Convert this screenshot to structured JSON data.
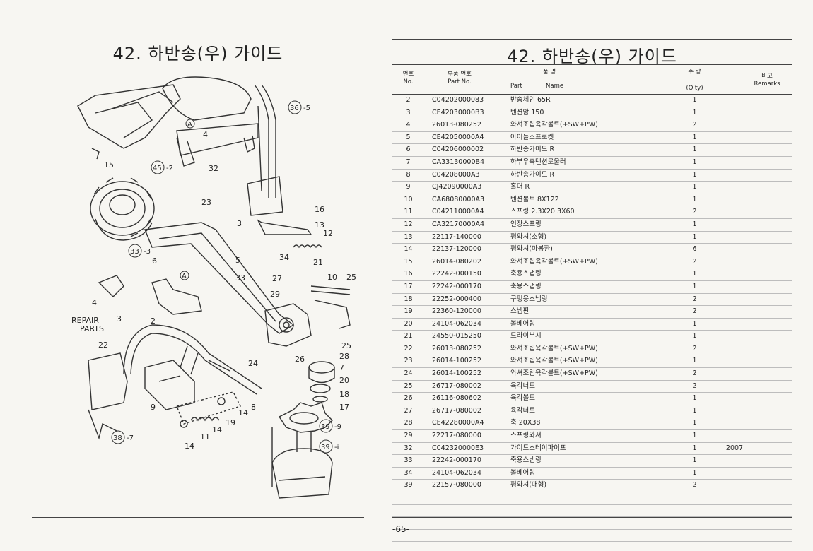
{
  "left": {
    "title": "42. 하반송(우) 가이드",
    "repair_label_1": "REPAIR",
    "repair_label_2": "PARTS",
    "callouts": [
      "2",
      "3",
      "4",
      "5",
      "6",
      "7",
      "10",
      "11",
      "12",
      "13",
      "14",
      "15",
      "16",
      "17",
      "18",
      "19",
      "20",
      "21",
      "22",
      "23",
      "24",
      "25",
      "26",
      "27",
      "28",
      "29",
      "32",
      "33",
      "34",
      "36",
      "38",
      "39",
      "45",
      "A"
    ]
  },
  "right": {
    "title": "42. 하반송(우) 가이드",
    "headers": {
      "no_ko": "번호",
      "no_en": "No.",
      "part_ko": "부품 번호",
      "part_en": "Part No.",
      "name_ko": "품 명",
      "name_en_1": "Part",
      "name_en_2": "Name",
      "qty_ko": "수 량",
      "qty_en": "(Q'ty)",
      "rem_ko": "비고",
      "rem_en": "Remarks"
    },
    "rows": [
      {
        "no": "2",
        "part": "C04202000083",
        "name": "반송체인 65R",
        "qty": "1",
        "remark": ""
      },
      {
        "no": "3",
        "part": "CE42030000B3",
        "name": "텐션암 150",
        "qty": "1",
        "remark": ""
      },
      {
        "no": "4",
        "part": "26013-080252",
        "name": "와셔조립육각볼트(+SW+PW)",
        "qty": "2",
        "remark": ""
      },
      {
        "no": "5",
        "part": "CE42050000A4",
        "name": "아이들스프로켓",
        "qty": "1",
        "remark": ""
      },
      {
        "no": "6",
        "part": "C04206000002",
        "name": "하반송가이드 R",
        "qty": "1",
        "remark": ""
      },
      {
        "no": "7",
        "part": "CA33130000B4",
        "name": "하부우측텐션로울러",
        "qty": "1",
        "remark": ""
      },
      {
        "no": "8",
        "part": "C04208000A3",
        "name": "하반송가이드 R",
        "qty": "1",
        "remark": ""
      },
      {
        "no": "9",
        "part": "CJ42090000A3",
        "name": "홀더 R",
        "qty": "1",
        "remark": ""
      },
      {
        "no": "10",
        "part": "CA68080000A3",
        "name": "텐션볼트 8X122",
        "qty": "1",
        "remark": ""
      },
      {
        "no": "11",
        "part": "C042110000A4",
        "name": "스프링 2.3X20.3X60",
        "qty": "2",
        "remark": ""
      },
      {
        "no": "12",
        "part": "CA32170000A4",
        "name": "인장스프링",
        "qty": "1",
        "remark": ""
      },
      {
        "no": "13",
        "part": "22117-140000",
        "name": "평와셔(소형)",
        "qty": "1",
        "remark": ""
      },
      {
        "no": "14",
        "part": "22137-120000",
        "name": "평와셔(마봉환)",
        "qty": "6",
        "remark": ""
      },
      {
        "no": "15",
        "part": "26014-080202",
        "name": "와셔조립육각볼트(+SW+PW)",
        "qty": "2",
        "remark": ""
      },
      {
        "no": "16",
        "part": "22242-000150",
        "name": "축용스냅링",
        "qty": "1",
        "remark": ""
      },
      {
        "no": "17",
        "part": "22242-000170",
        "name": "축용스냅링",
        "qty": "1",
        "remark": ""
      },
      {
        "no": "18",
        "part": "22252-000400",
        "name": "구멍용스냅링",
        "qty": "2",
        "remark": ""
      },
      {
        "no": "19",
        "part": "22360-120000",
        "name": "스냅핀",
        "qty": "2",
        "remark": ""
      },
      {
        "no": "20",
        "part": "24104-062034",
        "name": "볼베어링",
        "qty": "1",
        "remark": ""
      },
      {
        "no": "21",
        "part": "24550-015250",
        "name": "드라이부시",
        "qty": "1",
        "remark": ""
      },
      {
        "no": "22",
        "part": "26013-080252",
        "name": "와셔조립육각볼트(+SW+PW)",
        "qty": "2",
        "remark": ""
      },
      {
        "no": "23",
        "part": "26014-100252",
        "name": "와셔조립육각볼트(+SW+PW)",
        "qty": "1",
        "remark": ""
      },
      {
        "no": "24",
        "part": "26014-100252",
        "name": "와셔조립육각볼트(+SW+PW)",
        "qty": "2",
        "remark": ""
      },
      {
        "no": "25",
        "part": "26717-080002",
        "name": "육각너트",
        "qty": "2",
        "remark": ""
      },
      {
        "no": "26",
        "part": "26116-080602",
        "name": "육각볼트",
        "qty": "1",
        "remark": ""
      },
      {
        "no": "27",
        "part": "26717-080002",
        "name": "육각너트",
        "qty": "1",
        "remark": ""
      },
      {
        "no": "28",
        "part": "CE42280000A4",
        "name": "축 20X38",
        "qty": "1",
        "remark": ""
      },
      {
        "no": "29",
        "part": "22217-080000",
        "name": "스프링와셔",
        "qty": "1",
        "remark": ""
      },
      {
        "no": "32",
        "part": "C042320000E3",
        "name": "가이드스테이파이프",
        "qty": "1",
        "remark": "2007"
      },
      {
        "no": "33",
        "part": "22242-000170",
        "name": "축용스냅링",
        "qty": "1",
        "remark": ""
      },
      {
        "no": "34",
        "part": "24104-062034",
        "name": "볼베어링",
        "qty": "1",
        "remark": ""
      },
      {
        "no": "39",
        "part": "22157-080000",
        "name": "평와셔(대형)",
        "qty": "2",
        "remark": ""
      }
    ]
  },
  "page_number": "-65-"
}
